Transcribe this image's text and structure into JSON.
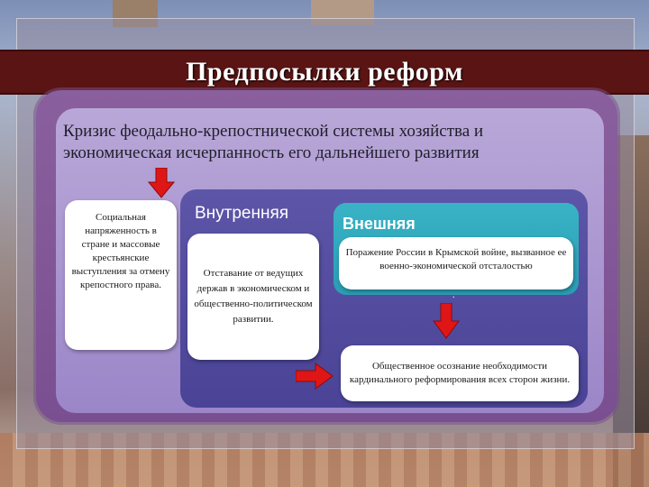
{
  "slide": {
    "title": "Предпосылки реформ",
    "crisis": "Кризис феодально-крепостнической системы хозяйства и экономическая исчерпанность его дальнейшего развития",
    "social_card": "Социальная напряженность в стране и массовые крестьянские выступления за отмену крепостного права.",
    "internal_label": "Внутренняя",
    "lag_card": "Отставание от ведущих держав в экономическом и общественно-политическом развитии.",
    "external_label": "Внешняя",
    "defeat_card": "Поражение России в Крымской войне, вызванное ее военно-экономической отсталостью",
    "dot": ".",
    "awareness_card": "Общественное осознание необходимости кардинального реформирования всех сторон жизни."
  },
  "colors": {
    "title_bar": "#5a1414",
    "purple_panel": "#7a4f91",
    "crisis_box": "#b9a7d8",
    "blue_panel": "#4a4396",
    "teal_panel": "#2a9db3",
    "arrow_red": "#e01616"
  },
  "icons": {
    "arrow_down": "arrow-down-icon",
    "arrow_right": "arrow-right-icon"
  }
}
